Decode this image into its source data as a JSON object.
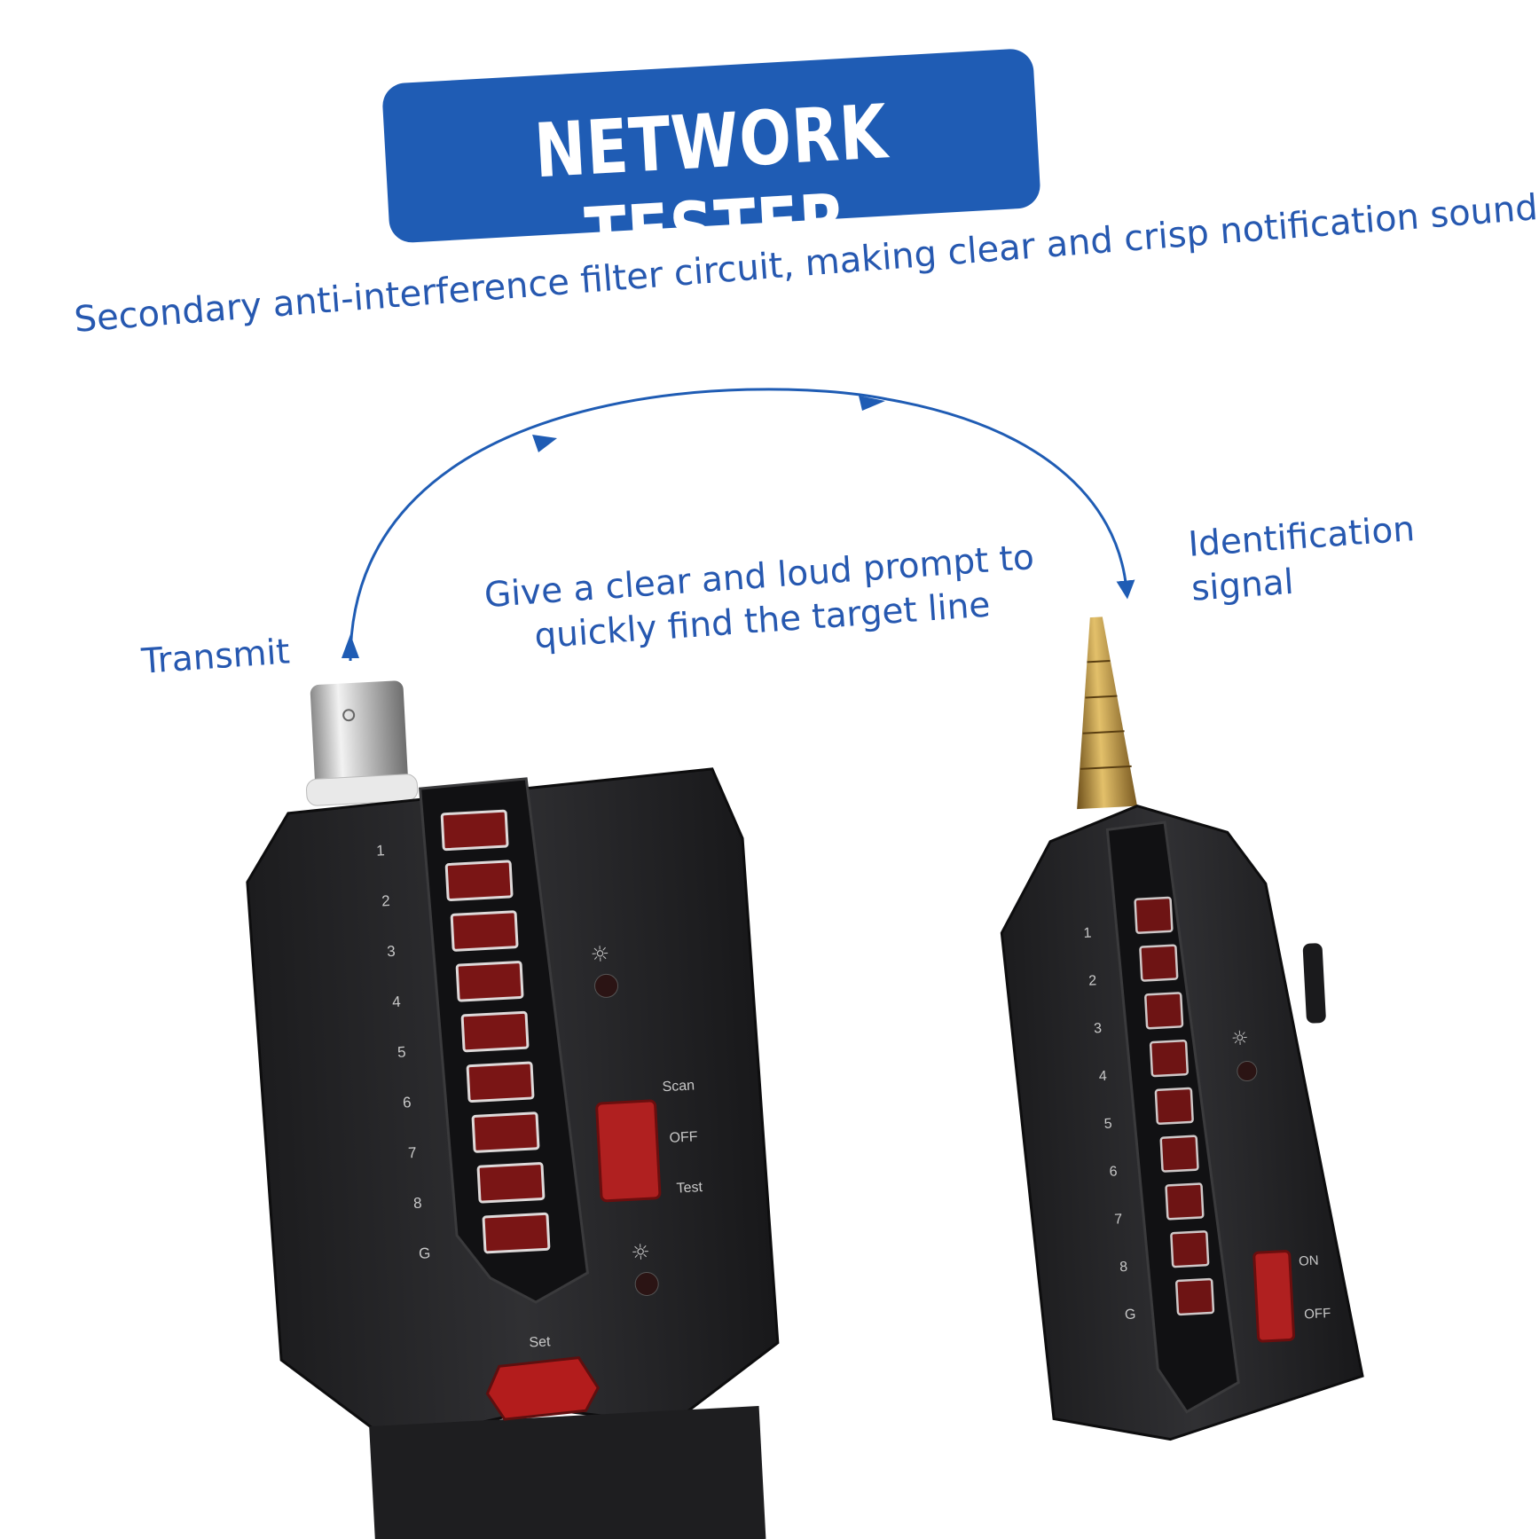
{
  "banner": {
    "title": "NETWORK TESTER"
  },
  "subtitle": "Secondary anti-interference filter circuit, making clear and crisp notification sound.",
  "labels": {
    "transmit": "Transmit",
    "prompt_line1": "Give a clear and loud prompt to",
    "prompt_line2": "quickly find the target line",
    "ident_line1": "Identification",
    "ident_line2": "signal"
  },
  "transmitter": {
    "led_labels": [
      "1",
      "2",
      "3",
      "4",
      "5",
      "6",
      "7",
      "8",
      "G"
    ],
    "switch_labels": [
      "Scan",
      "OFF",
      "Test"
    ],
    "button_label": "Set"
  },
  "receiver": {
    "led_labels": [
      "1",
      "2",
      "3",
      "4",
      "5",
      "6",
      "7",
      "8",
      "G"
    ],
    "switch_labels": [
      "ON",
      "OFF"
    ]
  },
  "colors": {
    "accent_blue": "#1f5cb4",
    "text_blue": "#2658b0",
    "body": "#2a2a2c",
    "led_red": "#8a1a1a"
  }
}
